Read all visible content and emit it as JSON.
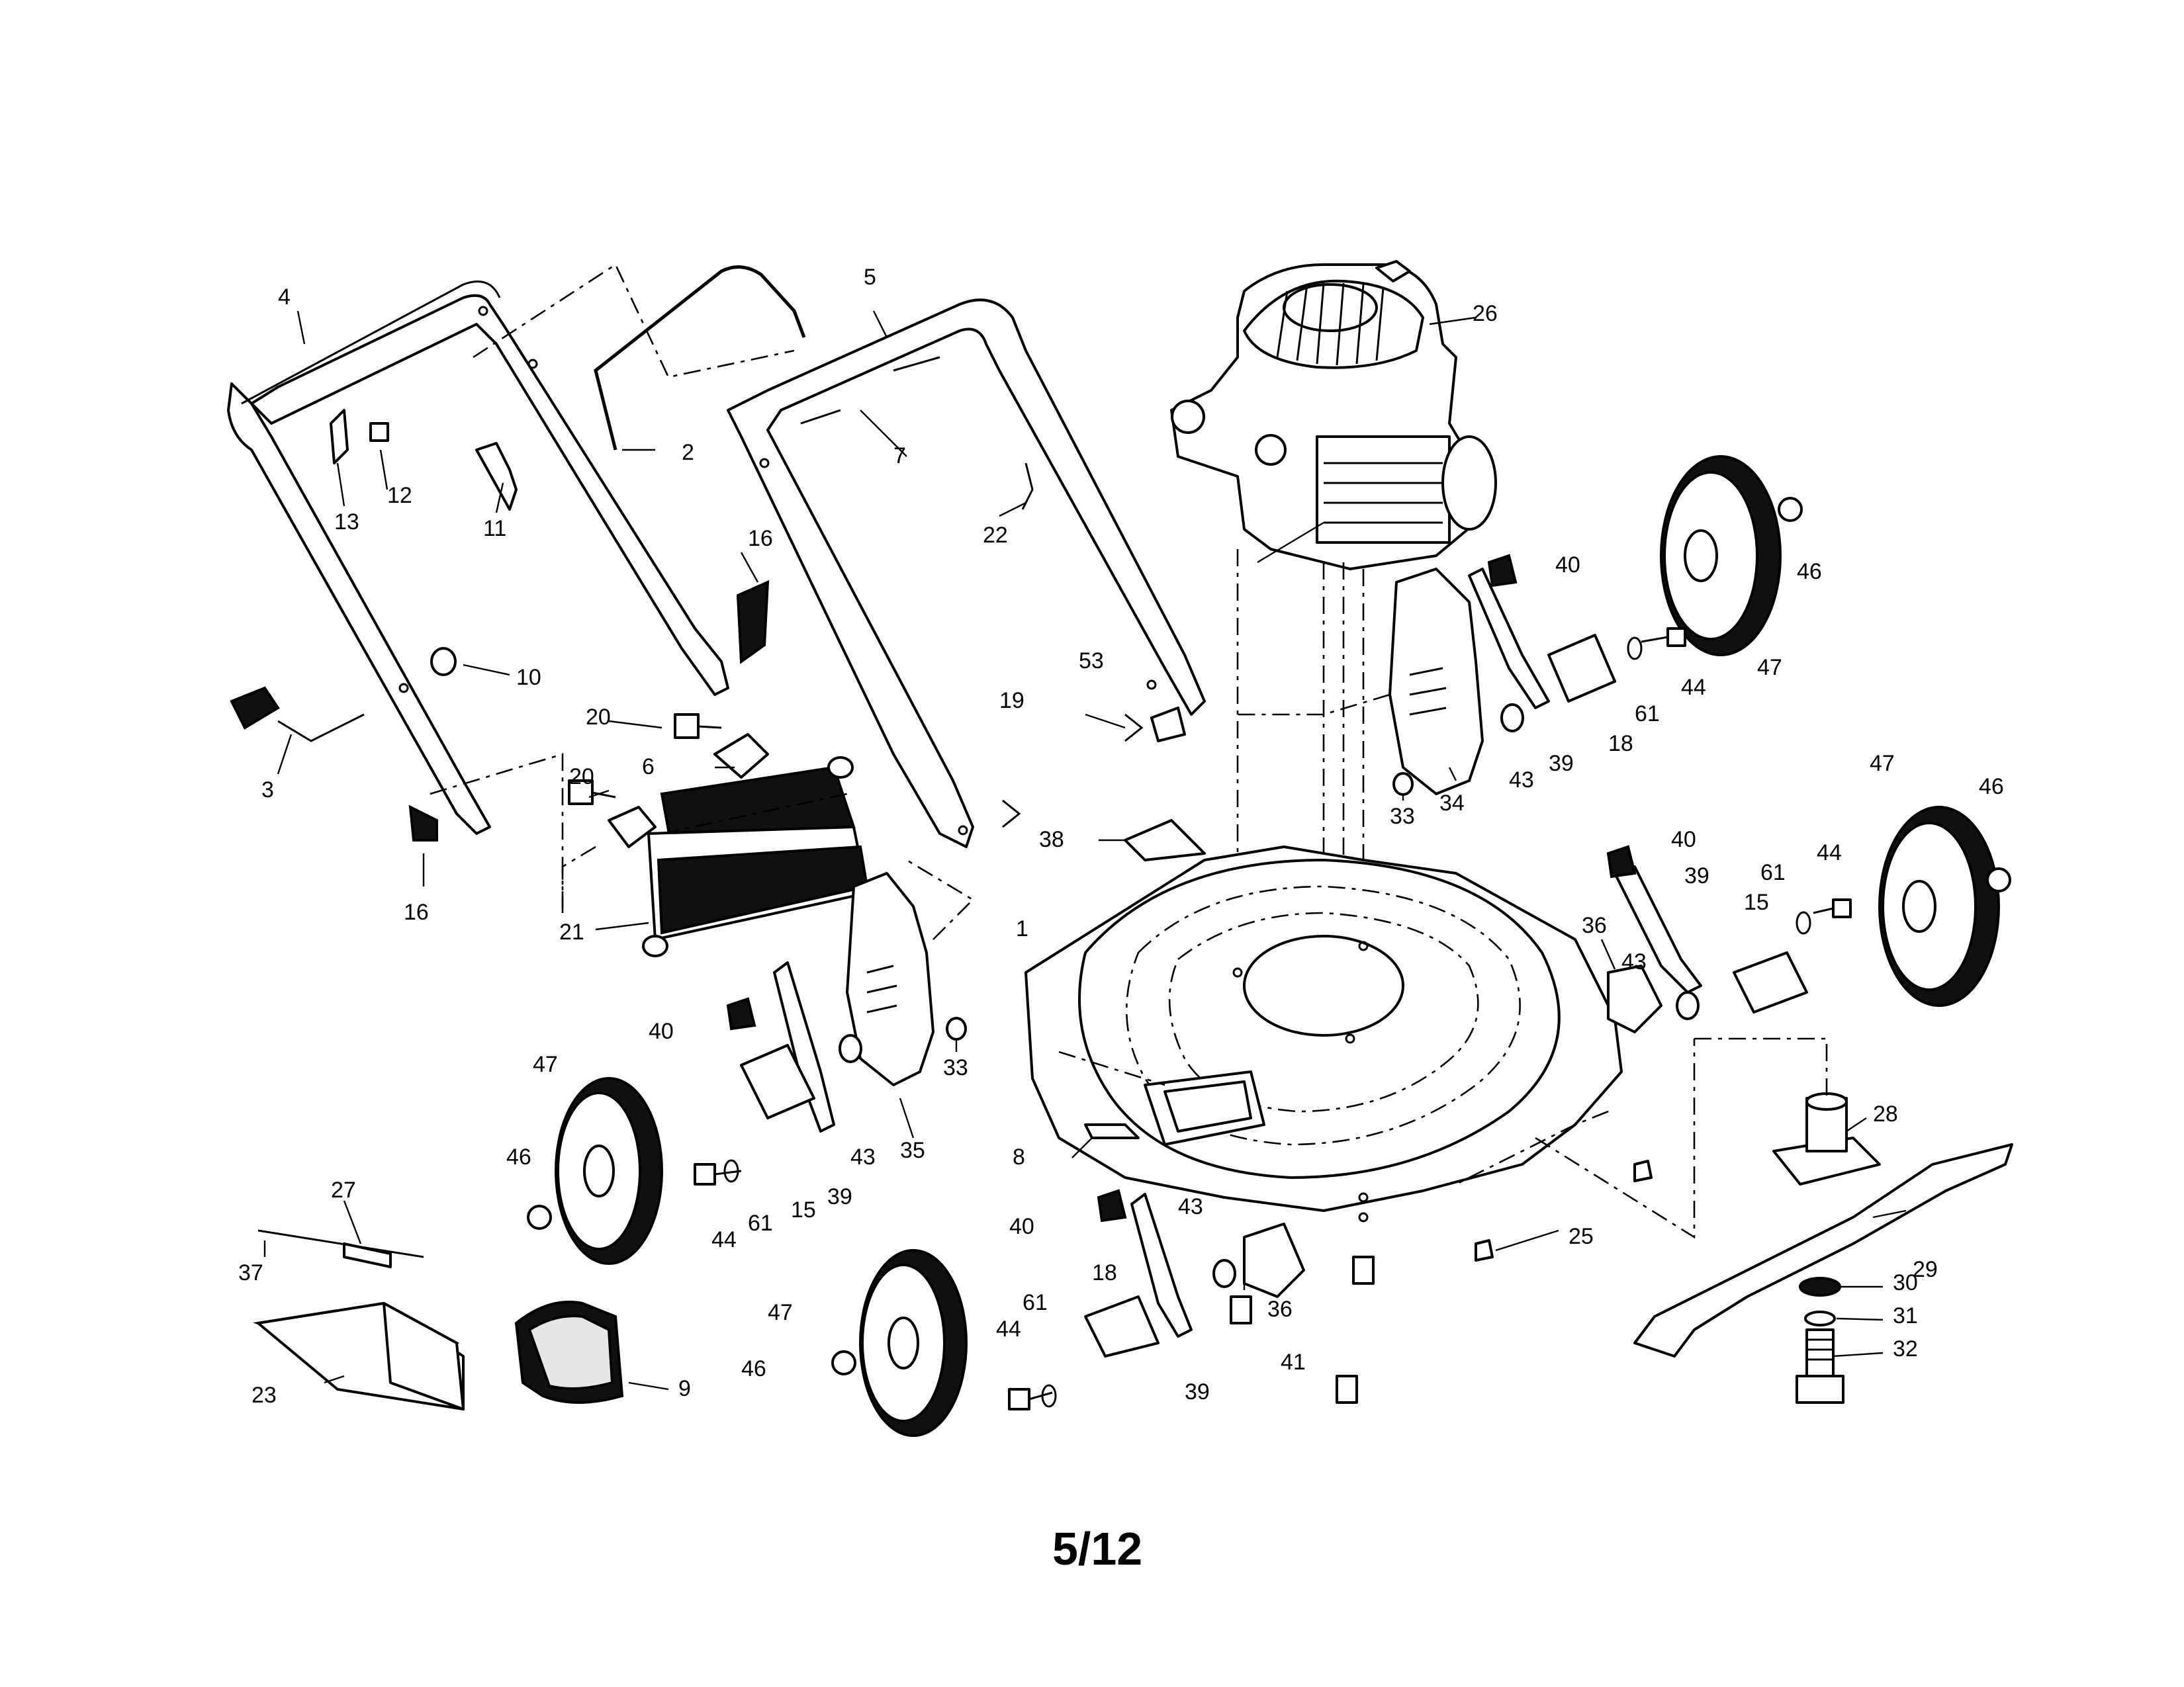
{
  "page_number": "5/12",
  "callouts": [
    "1",
    "2",
    "3",
    "4",
    "5",
    "6",
    "7",
    "8",
    "9",
    "10",
    "11",
    "12",
    "13",
    "15",
    "15",
    "16",
    "16",
    "18",
    "18",
    "19",
    "20",
    "20",
    "21",
    "22",
    "23",
    "25",
    "26",
    "27",
    "28",
    "29",
    "30",
    "31",
    "32",
    "33",
    "33",
    "34",
    "35",
    "36",
    "36",
    "37",
    "38",
    "39",
    "39",
    "39",
    "39",
    "40",
    "40",
    "40",
    "40",
    "41",
    "43",
    "43",
    "43",
    "43",
    "44",
    "44",
    "44",
    "44",
    "46",
    "46",
    "46",
    "46",
    "47",
    "47",
    "47",
    "47",
    "53",
    "61",
    "61",
    "61",
    "61"
  ]
}
